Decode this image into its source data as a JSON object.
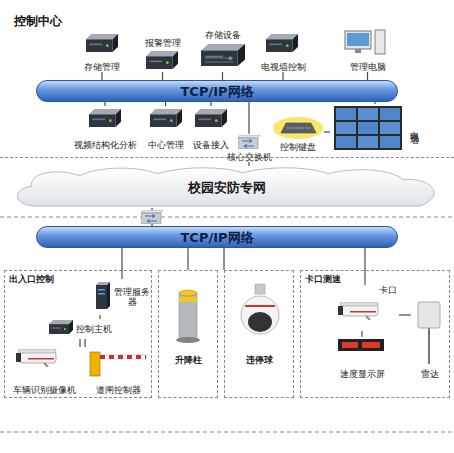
{
  "diagram": {
    "nodes": [
      {
        "text": [
          "控制中心"
        ]
      },
      {
        "text": [
          "存储管理"
        ],
        "in": 0
      },
      {
        "text": [
          "报警管理"
        ],
        "in": 0
      },
      {
        "text": [
          "存储设备"
        ],
        "in": 0
      },
      {
        "text": [
          "电视墙控制"
        ],
        "in": 0
      },
      {
        "text": [
          "管理电脑"
        ],
        "in": 0
      },
      {
        "text": [
          "TCP/IP网络"
        ],
        "in": 0
      },
      {
        "text": [
          "视频结构化分析"
        ],
        "in": 0
      },
      {
        "text": [
          "中心管理"
        ],
        "in": 0
      },
      {
        "text": [
          "设备接入"
        ],
        "in": 0
      },
      {
        "text": [
          "核心交换机"
        ],
        "in": 0
      },
      {
        "text": [
          "控制键盘"
        ],
        "in": 0
      },
      {
        "text": [
          "电视墙"
        ],
        "in": 0
      },
      {
        "text": [
          "校园安防专网"
        ]
      },
      {
        "text": [
          "TCP/IP网络"
        ]
      },
      {
        "text": [
          "出入口控制"
        ]
      },
      {
        "text": [
          "管理服务器"
        ],
        "in": 15
      },
      {
        "text": [
          "控制主机"
        ],
        "in": 15
      },
      {
        "text": [
          "车辆识别摄像机"
        ],
        "in": 15
      },
      {
        "text": [
          "道闸控制器"
        ],
        "in": 15
      },
      {
        "text": [
          "升降柱"
        ]
      },
      {
        "text": [
          "违停球"
        ]
      },
      {
        "text": [
          "卡口测速"
        ]
      },
      {
        "text": [
          "卡口"
        ],
        "in": 22
      },
      {
        "text": [
          "速度显示屏"
        ],
        "in": 22
      },
      {
        "text": [
          "雷达"
        ],
        "in": 22
      }
    ],
    "edges": [
      {
        "from": 1,
        "to": 6,
        "arrow": "none"
      },
      {
        "from": 2,
        "to": 6,
        "arrow": "none"
      },
      {
        "from": 3,
        "to": 6,
        "arrow": "none"
      },
      {
        "from": 4,
        "to": 6,
        "arrow": "none"
      },
      {
        "from": 5,
        "to": 6,
        "arrow": "none"
      },
      {
        "from": 7,
        "to": 6,
        "arrow": "none"
      },
      {
        "from": 8,
        "to": 6,
        "arrow": "none"
      },
      {
        "from": 9,
        "to": 6,
        "arrow": "none"
      },
      {
        "from": 10,
        "to": 6,
        "arrow": "none"
      },
      {
        "from": 11,
        "to": 12,
        "arrow": "none"
      },
      {
        "from": 12,
        "to": 6,
        "arrow": "none"
      },
      {
        "from": 10,
        "to": 13,
        "arrow": "none"
      },
      {
        "from": 13,
        "to": 14,
        "arrow": "none"
      },
      {
        "from": 14,
        "to": 16,
        "arrow": "none"
      },
      {
        "from": 16,
        "to": 17,
        "arrow": "none"
      },
      {
        "from": 17,
        "to": 18,
        "arrow": "none"
      },
      {
        "from": 17,
        "to": 19,
        "arrow": "none"
      },
      {
        "from": 14,
        "to": 20,
        "arrow": "none"
      },
      {
        "from": 14,
        "to": 21,
        "arrow": "none"
      },
      {
        "from": 14,
        "to": 23,
        "arrow": "none"
      },
      {
        "from": 23,
        "to": 24,
        "arrow": "none"
      },
      {
        "from": 23,
        "to": 25,
        "arrow": "none"
      }
    ]
  }
}
